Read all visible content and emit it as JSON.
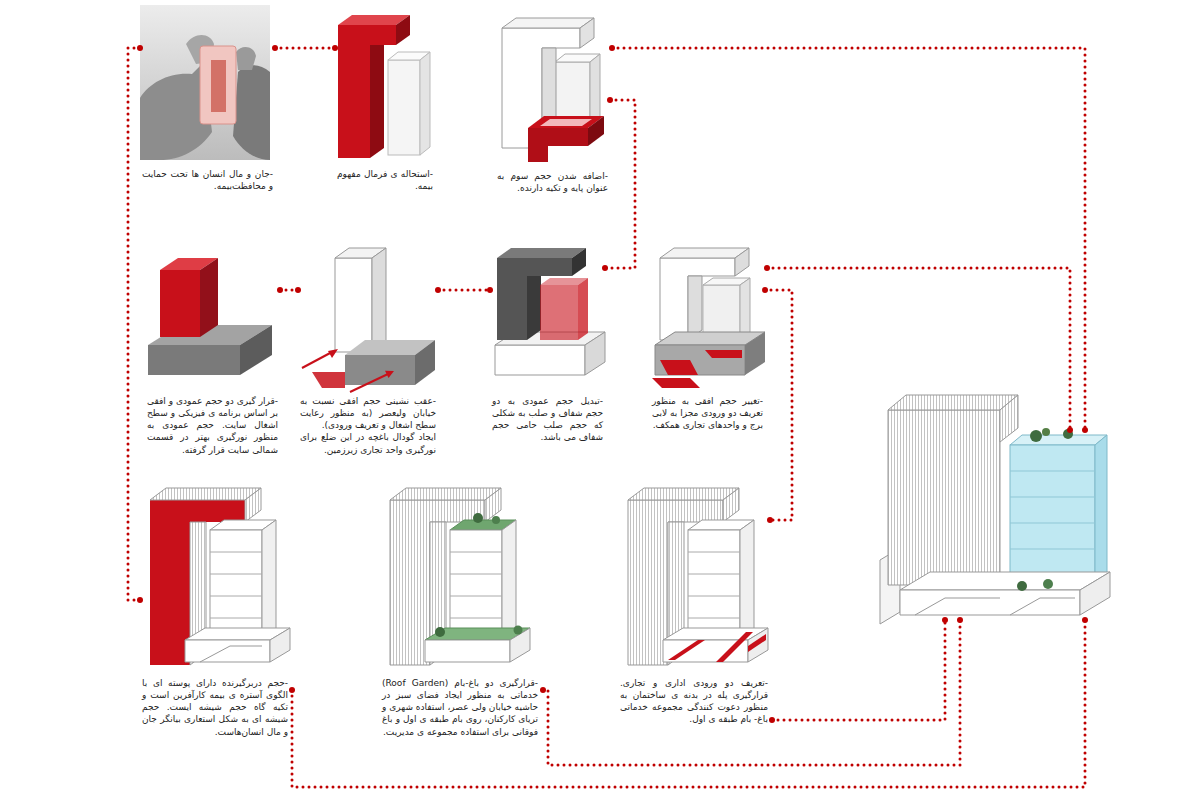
{
  "diagram": {
    "nodes": [
      {
        "text": [
          "-جان و مال انسان ها تحت حمایت و محافظت‌بیمه."
        ]
      },
      {
        "text": [
          "-استحاله ی فرمال مفهوم بیمه."
        ]
      },
      {
        "text": [
          "-اضافه شدن حجم سوم به عنوان پایه و تکیه دارنده."
        ]
      },
      {
        "text": [
          "-قرار گیری دو حجم عمودی و افقی بر اساس برنامه ی فیزیکی و سطح اشغال سایت. حجم عمودی به منظور نورگیری بهتر در قسمت شمالی سایت قرار گرفته."
        ]
      },
      {
        "text": [
          "-عقب نشینی حجم افقی نسبت به خیابان ولیعصر (به منظور رعایت سطح اشغال و تعریف ورودی).",
          "ایجاد گودال باغچه در این ضلع برای نورگیری واحد تجاری زیرزمین."
        ]
      },
      {
        "text": [
          "-تبدیل حجم عمودی به دو حجم شفاف و صلب به شکلی که حجم صلب حامی حجم شفاف می باشد."
        ]
      },
      {
        "text": [
          "-تغییر حجم افقی به منظور تعریف دو ورودی مجزا به لابی برج و واحدهای تجاری همکف."
        ]
      },
      {
        "text": [
          "-حجم دربرگیرنده دارای پوسته ای با الگوی آستره ی بیمه کارآفرین است و تکیه گاه حجم شیشه ایست. حجم شیشه ای به شکل استعاری بیانگر جان و مال انسان‌هاست."
        ]
      },
      {
        "text": [
          "-قرارگیری دو باغ-بام (Roof Garden) خدماتی به منظور ایجاد فضای سبز در حاشیه خیابان ولی عصر، استفاده شهری و تریای کارکنان، روی بام طبقه ی اول و باغ فوقانی برای استفاده مجموعه ی مدیریت."
        ]
      },
      {
        "text": [
          "-تعریف دو ورودی اداری و تجاری. قرارگیری پله در بدنه ی ساختمان به منظور دعوت کنندگی مجموعه خدماتی باغ- بام طبقه ی اول."
        ]
      }
    ],
    "edges": [
      {
        "from": 0,
        "to": 1,
        "arrow": "none"
      },
      {
        "from": 2,
        "to": 5,
        "arrow": "none"
      },
      {
        "from": 3,
        "to": 4,
        "arrow": "none"
      },
      {
        "from": 4,
        "to": 5,
        "arrow": "none"
      },
      {
        "from": 0,
        "to": 7,
        "arrow": "none"
      },
      {
        "from": 6,
        "to": 9,
        "arrow": "none"
      }
    ]
  }
}
